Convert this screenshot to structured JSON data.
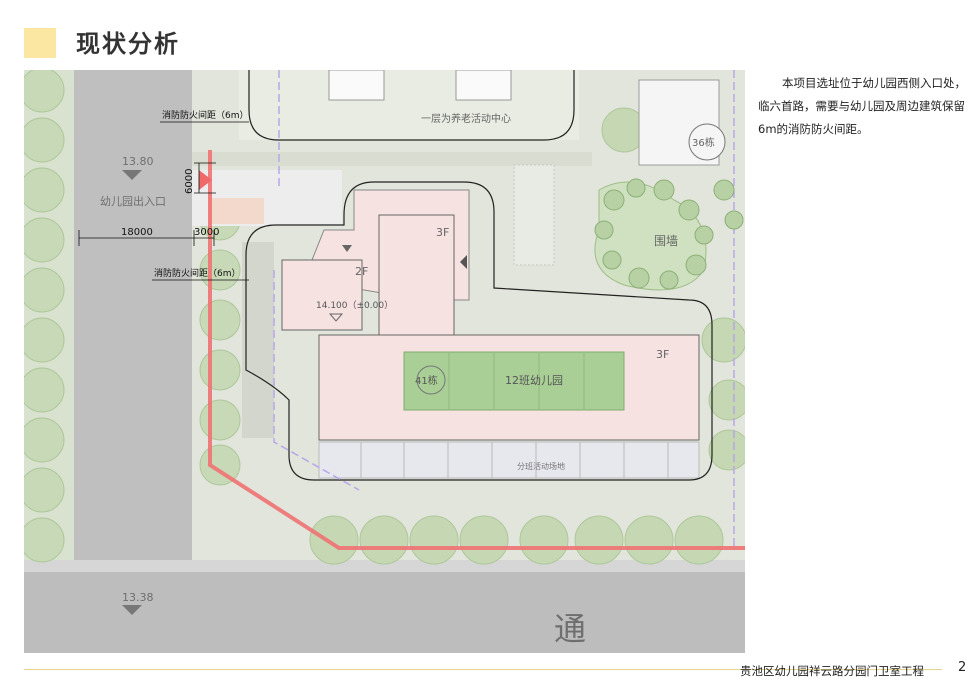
{
  "header": {
    "title": "现状分析"
  },
  "description": "本项目选址位于幼儿园西侧入口处，临六首路，需要与幼儿园及周边建筑保留6m的消防防火间距。",
  "footer": {
    "project_name": "贵池区幼儿园祥云路分园门卫室工程",
    "page_number": "2"
  },
  "map": {
    "top_building_label": "一层为养老活动中心",
    "fire_spacing_label_top": "消防防火间距（6m）",
    "fire_spacing_label_bottom": "消防防火间距（6m）",
    "elevation_1": "13.80",
    "elevation_2": "13.38",
    "dim_6000": "6000",
    "dim_18000": "18000",
    "dim_3000": "3000",
    "entrance_label": "幼儿园出入口",
    "floors_3f_a": "3F",
    "floors_2f": "2F",
    "floors_3f_b": "3F",
    "floor_elevation": "14.100（±0.00）",
    "building_41": "41栋",
    "kindergarten_label": "12班幼儿园",
    "activity_area": "分班活动场地",
    "building_36": "36栋",
    "wall_label": "围墙",
    "road_char": "通"
  },
  "colors": {
    "accent": "#fbe7a1",
    "red_line": "#f06a6a",
    "purple_line": "#b8a6e8",
    "tree": "#c3d8b2",
    "road": "#bcbcbc"
  }
}
